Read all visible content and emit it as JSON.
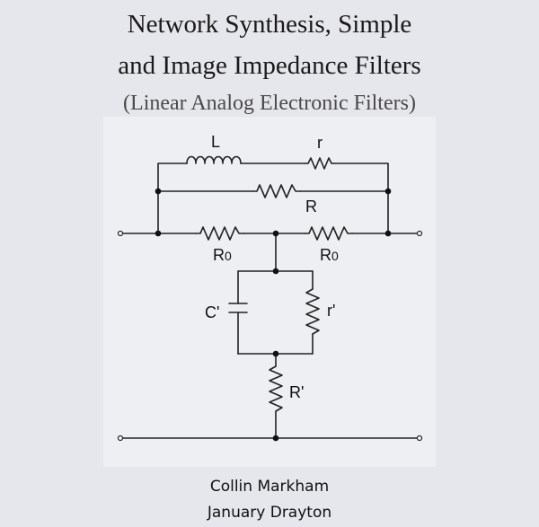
{
  "cover": {
    "title_line1": "Network Synthesis, Simple",
    "title_line2": "and Image Impedance Filters",
    "subtitle": "(Linear Analog Electronic Filters)",
    "authors": [
      "Collin Markham",
      "January Drayton"
    ]
  },
  "circuit": {
    "labels": {
      "L": "L",
      "r": "r",
      "R": "R",
      "R0_left": "R",
      "R0_left_sub": "0",
      "R0_right": "R",
      "R0_right_sub": "0",
      "C_prime": "C'",
      "r_prime": "r'",
      "R_prime": "R'"
    }
  },
  "colors": {
    "background": "#e6e7ec",
    "wire": "#222222"
  }
}
